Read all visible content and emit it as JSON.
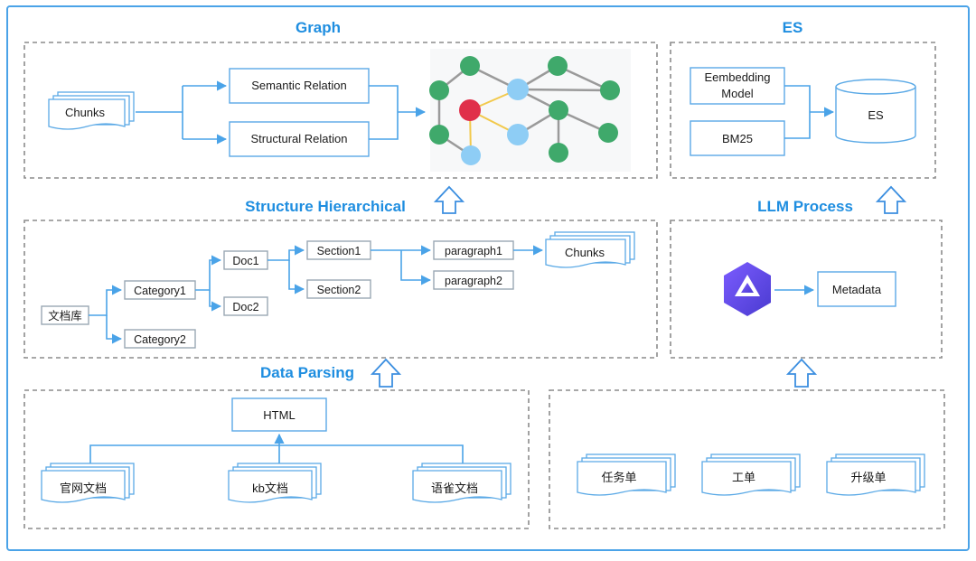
{
  "sections": {
    "graph": "Graph",
    "es": "ES",
    "structure": "Structure Hierarchical",
    "llm": "LLM Process",
    "parsing": "Data Parsing"
  },
  "graph": {
    "chunks": "Chunks",
    "semantic": "Semantic Relation",
    "structural": "Structural Relation"
  },
  "es_panel": {
    "embedding_line1": "Eembedding",
    "embedding_line2": "Model",
    "bm25": "BM25",
    "es_db": "ES"
  },
  "hierarchy": {
    "root": "文档库",
    "category1": "Category1",
    "category2": "Category2",
    "doc1": "Doc1",
    "doc2": "Doc2",
    "section1": "Section1",
    "section2": "Section2",
    "paragraph1": "paragraph1",
    "paragraph2": "paragraph2",
    "chunks": "Chunks"
  },
  "llm": {
    "metadata": "Metadata"
  },
  "parsing": {
    "html": "HTML",
    "doc_site": "官网文档",
    "doc_kb": "kb文档",
    "doc_yuque": "语雀文档"
  },
  "tickets": {
    "task": "任务单",
    "work": "工单",
    "upgrade": "升级单"
  },
  "colors": {
    "accent": "#1f8ee0",
    "border": "#5aa9e6",
    "node_green": "#3fa96b",
    "node_blue": "#8ecdf5",
    "node_red": "#e0304a",
    "llm_logo": "#6a4cf0"
  }
}
